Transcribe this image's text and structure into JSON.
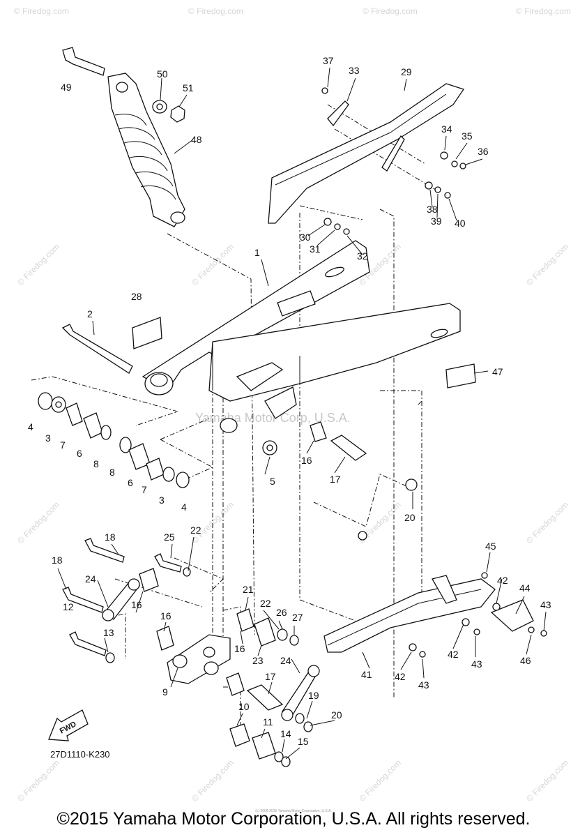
{
  "diagram": {
    "watermark_site": "© Firedog.com",
    "watermark_overlay": "Yamaha Motor Corp, U.S.A.",
    "fwd_label": "FWD",
    "drawing_code": "27D1110-K230",
    "copyright": "©2015 Yamaha Motor Corporation, U.S.A. All rights reserved.",
    "fine_print": "(c) 2000-2015 Yamaha Motor Corporation, U.S.A.",
    "callouts": [
      "1",
      "2",
      "3",
      "3",
      "4",
      "4",
      "5",
      "6",
      "6",
      "7",
      "7",
      "8",
      "8",
      "9",
      "10",
      "11",
      "12",
      "13",
      "14",
      "15",
      "16",
      "16",
      "16",
      "16",
      "17",
      "17",
      "18",
      "18",
      "19",
      "20",
      "20",
      "21",
      "22",
      "22",
      "23",
      "24",
      "24",
      "25",
      "26",
      "27",
      "28",
      "29",
      "30",
      "31",
      "32",
      "33",
      "34",
      "35",
      "36",
      "37",
      "38",
      "39",
      "40",
      "41",
      "42",
      "42",
      "42",
      "43",
      "43",
      "43",
      "44",
      "45",
      "46",
      "47",
      "48",
      "49",
      "50",
      "51"
    ]
  }
}
